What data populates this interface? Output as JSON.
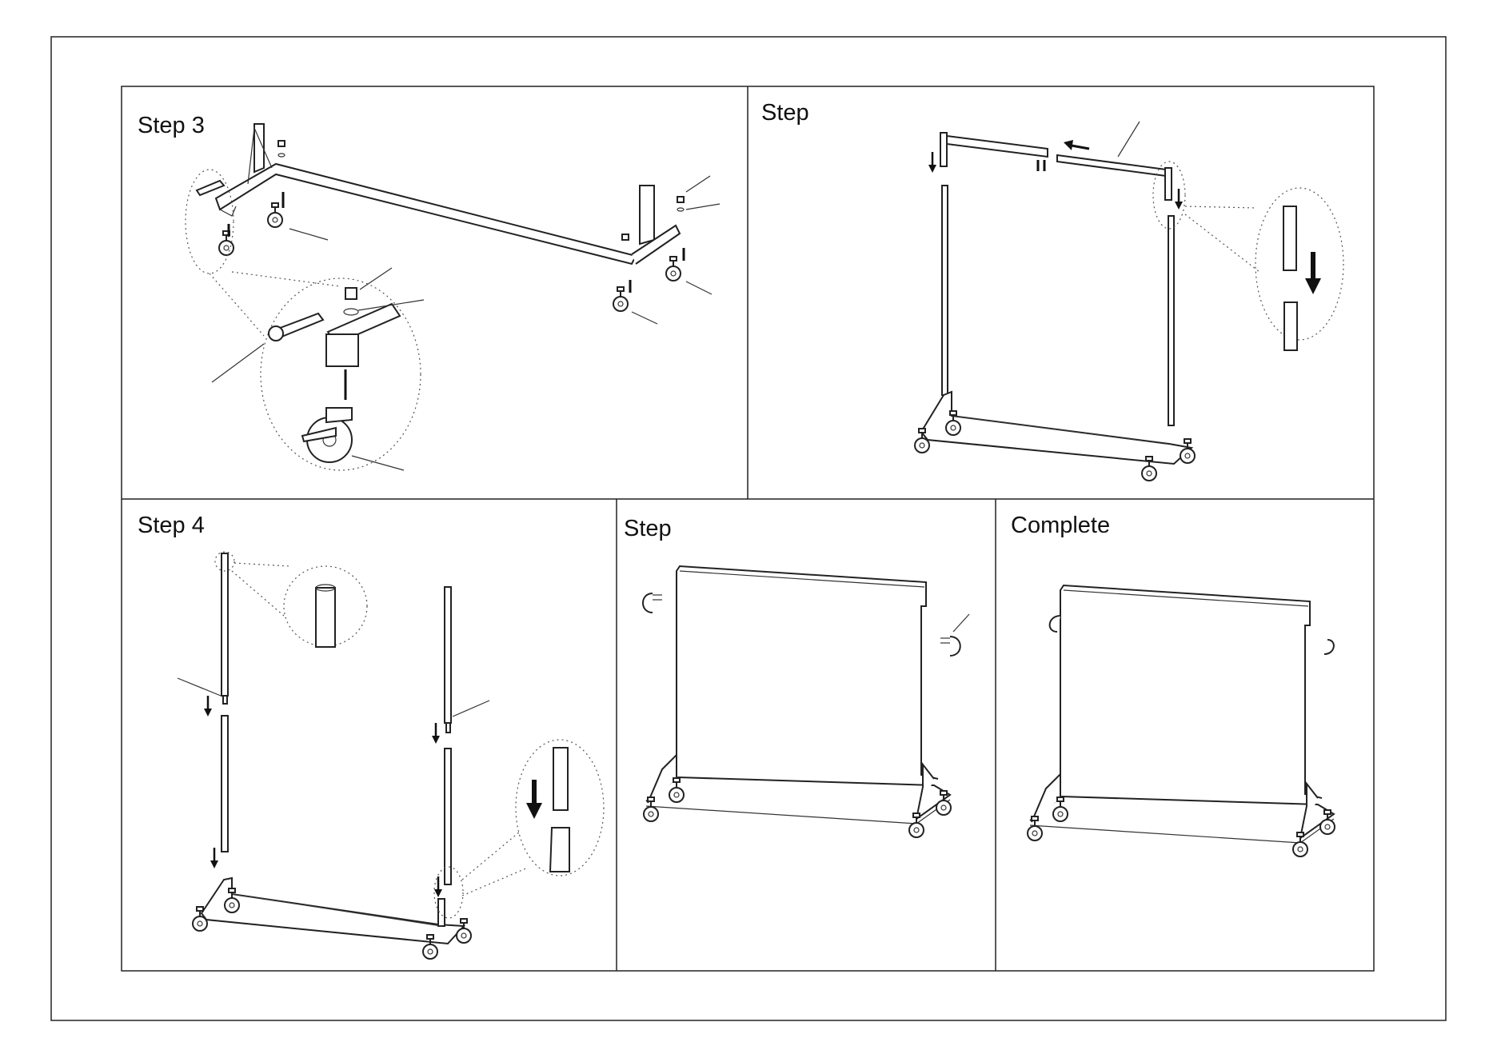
{
  "panels": {
    "step3": {
      "title": "Step 3"
    },
    "step_rail": {
      "title": "Step"
    },
    "step4": {
      "title": "Step 4"
    },
    "step_hooks": {
      "title": "Step"
    },
    "complete": {
      "title": "Complete"
    }
  },
  "colors": {
    "line": "#222222",
    "background": "#ffffff"
  },
  "icons": [
    "caster-wheel-icon",
    "wrench-icon",
    "down-arrow-icon",
    "left-arrow-icon",
    "hook-icon"
  ]
}
